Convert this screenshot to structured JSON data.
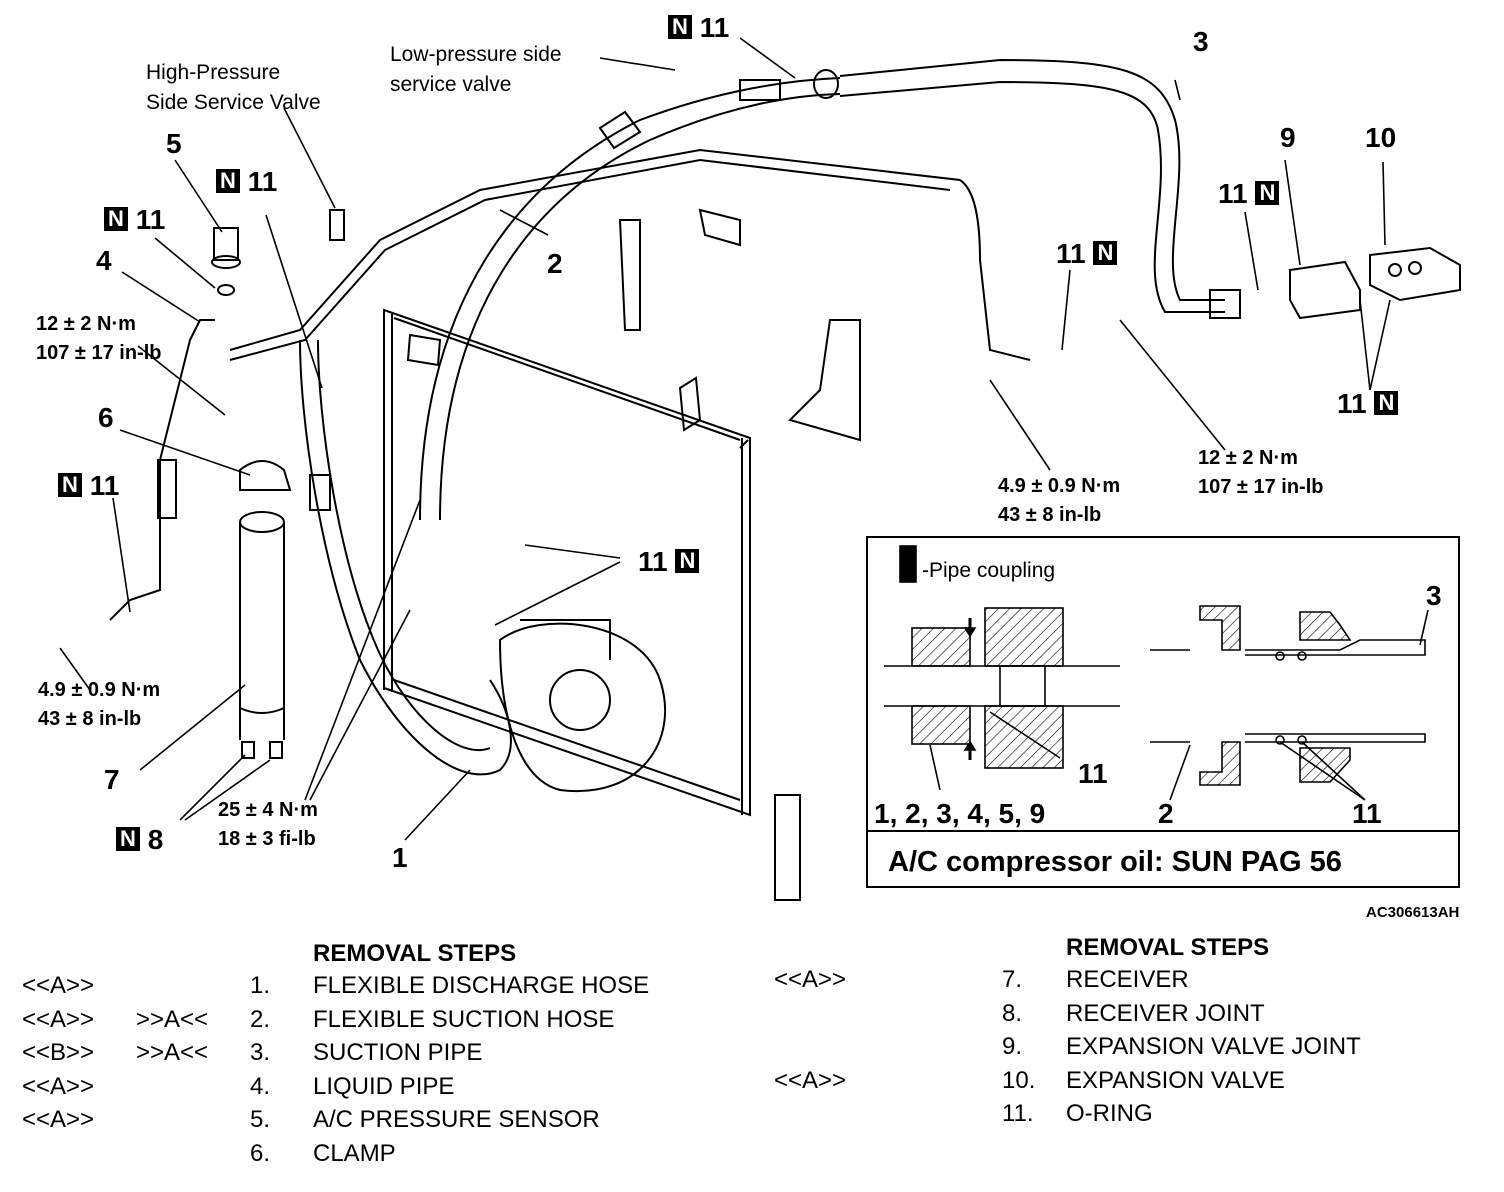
{
  "diagram_id": "AC306613AH",
  "callouts": {
    "hp_valve": [
      "High-Pressure",
      "Side Service Valve"
    ],
    "lp_valve": [
      "Low-pressure side",
      "service valve"
    ],
    "n_badge": "N",
    "item_11": "11",
    "item_1": "1",
    "item_2": "2",
    "item_3": "3",
    "item_4": "4",
    "item_5": "5",
    "item_6": "6",
    "item_7": "7",
    "item_8": "8",
    "item_9": "9",
    "item_10": "10"
  },
  "torques": {
    "t_liquid_top": [
      "12 ± 2 N·m",
      "107 ± 17 in-lb"
    ],
    "t_liquid_bottom": [
      "4.9 ± 0.9 N·m",
      "43 ± 8 in-lb"
    ],
    "t_mid": [
      "4.9 ± 0.9 N·m",
      "43 ± 8 in-lb"
    ],
    "t_suction": [
      "12 ± 2 N·m",
      "107 ± 17 in-lb"
    ],
    "t_compressor": [
      "25 ± 4 N·m",
      "18 ± 3 fi-lb"
    ]
  },
  "inset": {
    "legend": "-Pipe coupling",
    "parts_label": "1, 2, 3, 4, 5, 9",
    "label_11": "11",
    "label_3": "3",
    "label_2": "2",
    "oil_text": "A/C compressor oil:  SUN PAG 56"
  },
  "removal": {
    "title": "REMOVAL STEPS",
    "left": [
      {
        "pre": "<<A>>",
        "post": "",
        "no": "1.",
        "name": "FLEXIBLE DISCHARGE HOSE"
      },
      {
        "pre": "<<A>>",
        "post": ">>A<<",
        "no": "2.",
        "name": "FLEXIBLE SUCTION HOSE"
      },
      {
        "pre": "<<B>>",
        "post": ">>A<<",
        "no": "3.",
        "name": "SUCTION PIPE"
      },
      {
        "pre": "<<A>>",
        "post": "",
        "no": "4.",
        "name": "LIQUID PIPE"
      },
      {
        "pre": "<<A>>",
        "post": "",
        "no": "5.",
        "name": "A/C PRESSURE SENSOR"
      },
      {
        "pre": "",
        "post": "",
        "no": "6.",
        "name": "CLAMP"
      }
    ],
    "right": [
      {
        "pre": "<<A>>",
        "no": "7.",
        "name": "RECEIVER"
      },
      {
        "pre": "",
        "no": "8.",
        "name": "RECEIVER JOINT"
      },
      {
        "pre": "",
        "no": "9.",
        "name": "EXPANSION VALVE JOINT"
      },
      {
        "pre": "<<A>>",
        "no": "10.",
        "name": "EXPANSION VALVE"
      },
      {
        "pre": "",
        "no": "11.",
        "name": "O-RING"
      }
    ]
  }
}
